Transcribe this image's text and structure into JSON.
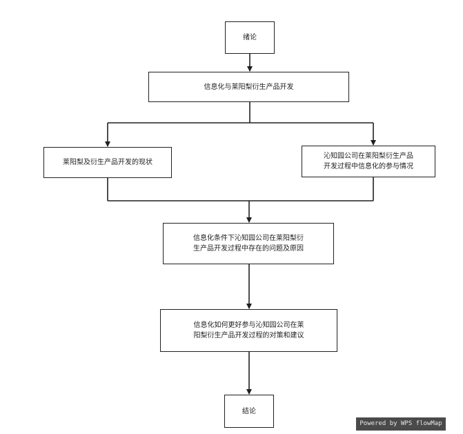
{
  "flowchart": {
    "nodes": {
      "intro": [
        "绪论"
      ],
      "info_dev": [
        "信息化与莱阳梨衍生产品开发"
      ],
      "status": [
        "莱阳梨及衍生产品开发的现状"
      ],
      "qinzhi": [
        "沁知园公司在莱阳梨衍生产品",
        "开发过程中信息化的参与情况"
      ],
      "problems": [
        "信息化条件下沁知园公司在莱阳梨衍",
        "生产品开发过程中存在的问题及原因"
      ],
      "measures": [
        "信息化如何更好参与沁知园公司在莱",
        "阳梨衍生产品开发过程的对策和建议"
      ],
      "conclusion": [
        "结论"
      ]
    }
  },
  "watermark": {
    "text": "Powered by WPS flowMap"
  },
  "colors": {
    "line": "#1f1f1f",
    "watermark_bg": "#4a4a4a"
  }
}
